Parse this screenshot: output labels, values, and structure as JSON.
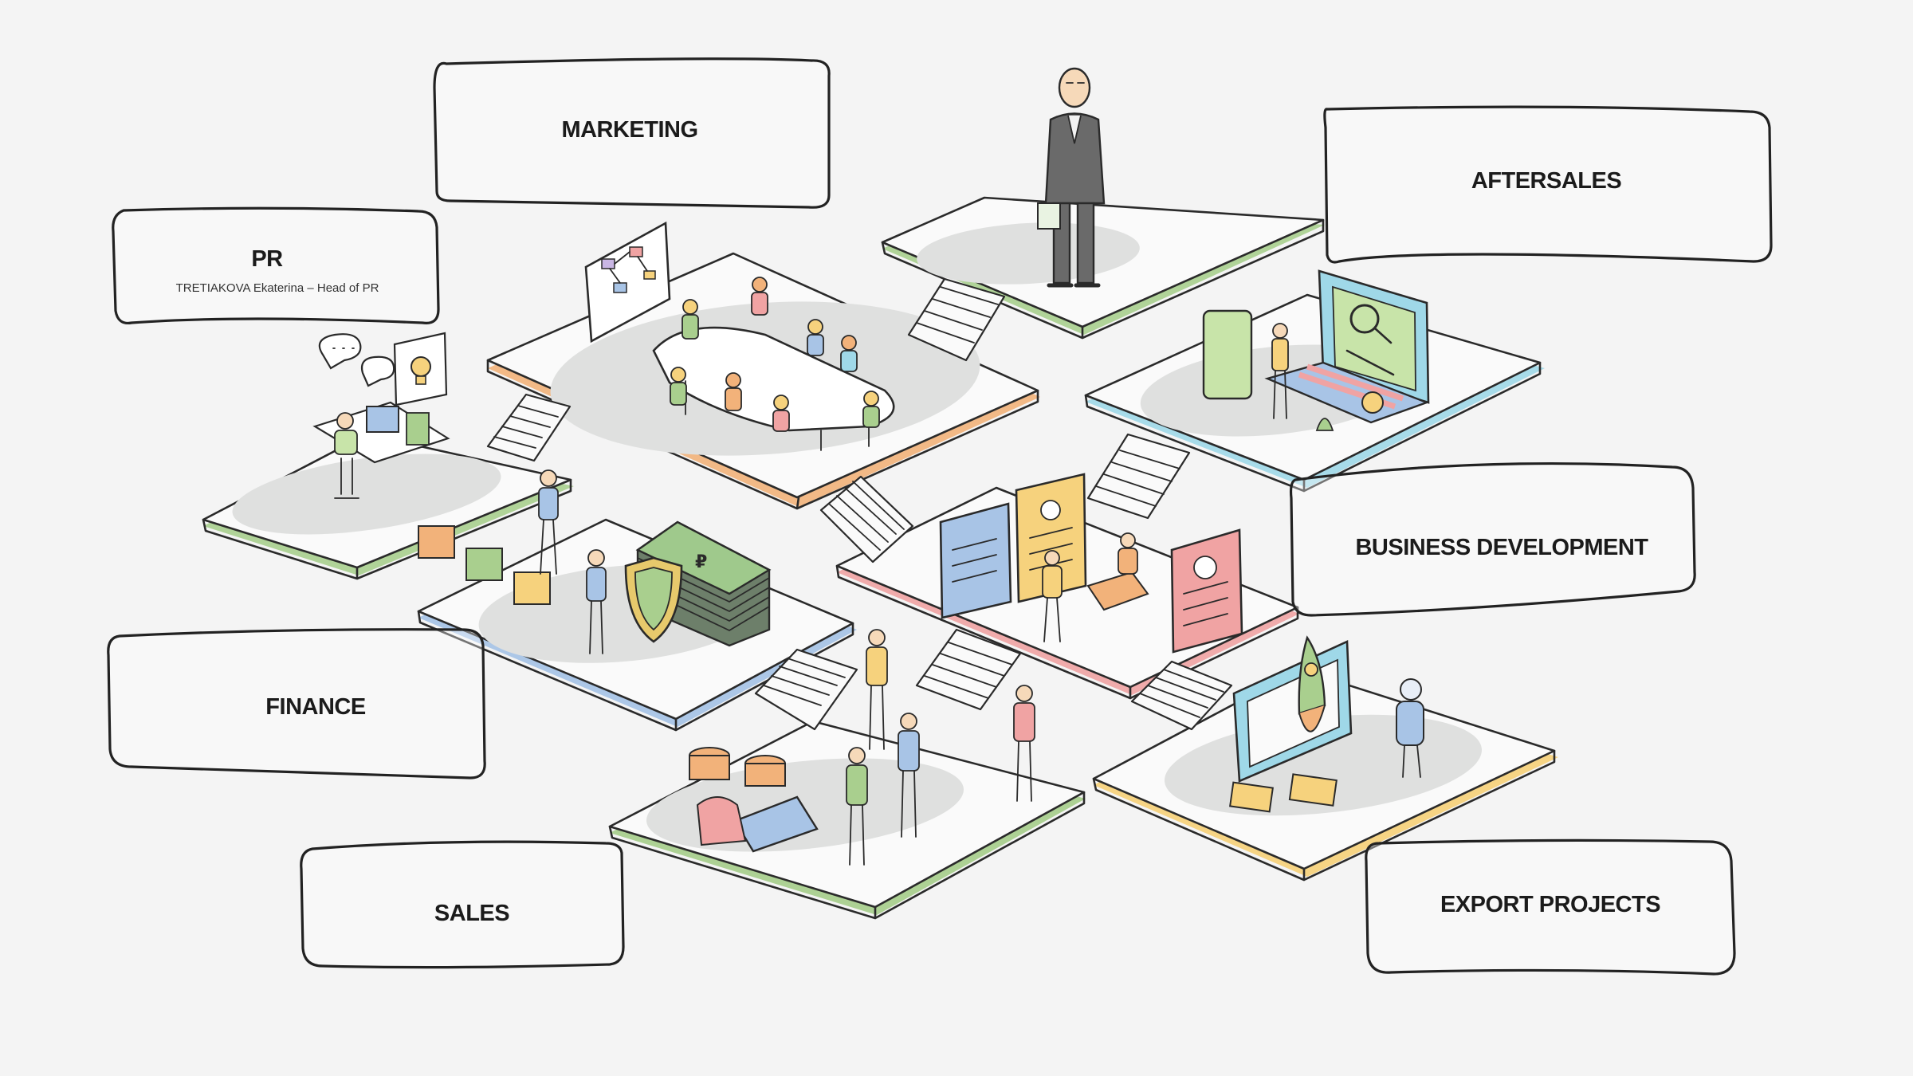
{
  "departments": {
    "marketing": {
      "label": "MARKETING"
    },
    "aftersales": {
      "label": "AFTERSALES"
    },
    "pr": {
      "label": "PR",
      "subtitle": "TRETIAKOVA Ekaterina – Head of PR"
    },
    "business_development": {
      "label": "BUSINESS DEVELOPMENT"
    },
    "finance": {
      "label": "FINANCE"
    },
    "sales": {
      "label": "SALES"
    },
    "export_projects": {
      "label": "EXPORT PROJECTS"
    }
  },
  "colors": {
    "background": "#f4f4f4",
    "ink": "#2a2a2a",
    "accent_orange": "#f2b27a",
    "accent_green": "#a9cf8e",
    "accent_blue": "#a8c4e6",
    "accent_red": "#f0a3a3",
    "accent_yellow": "#f6d27d",
    "accent_cyan": "#9fd8e8",
    "money_green": "#9fc98c",
    "shield_yellow": "#e7c96c"
  },
  "icons": [
    "lightbulb-icon",
    "chat-bubble-icon",
    "ruble-icon",
    "shield-icon",
    "rocket-icon",
    "wrench-icon",
    "magnifier-icon",
    "gear-icon",
    "credit-card-icon",
    "coin-stack-icon"
  ]
}
